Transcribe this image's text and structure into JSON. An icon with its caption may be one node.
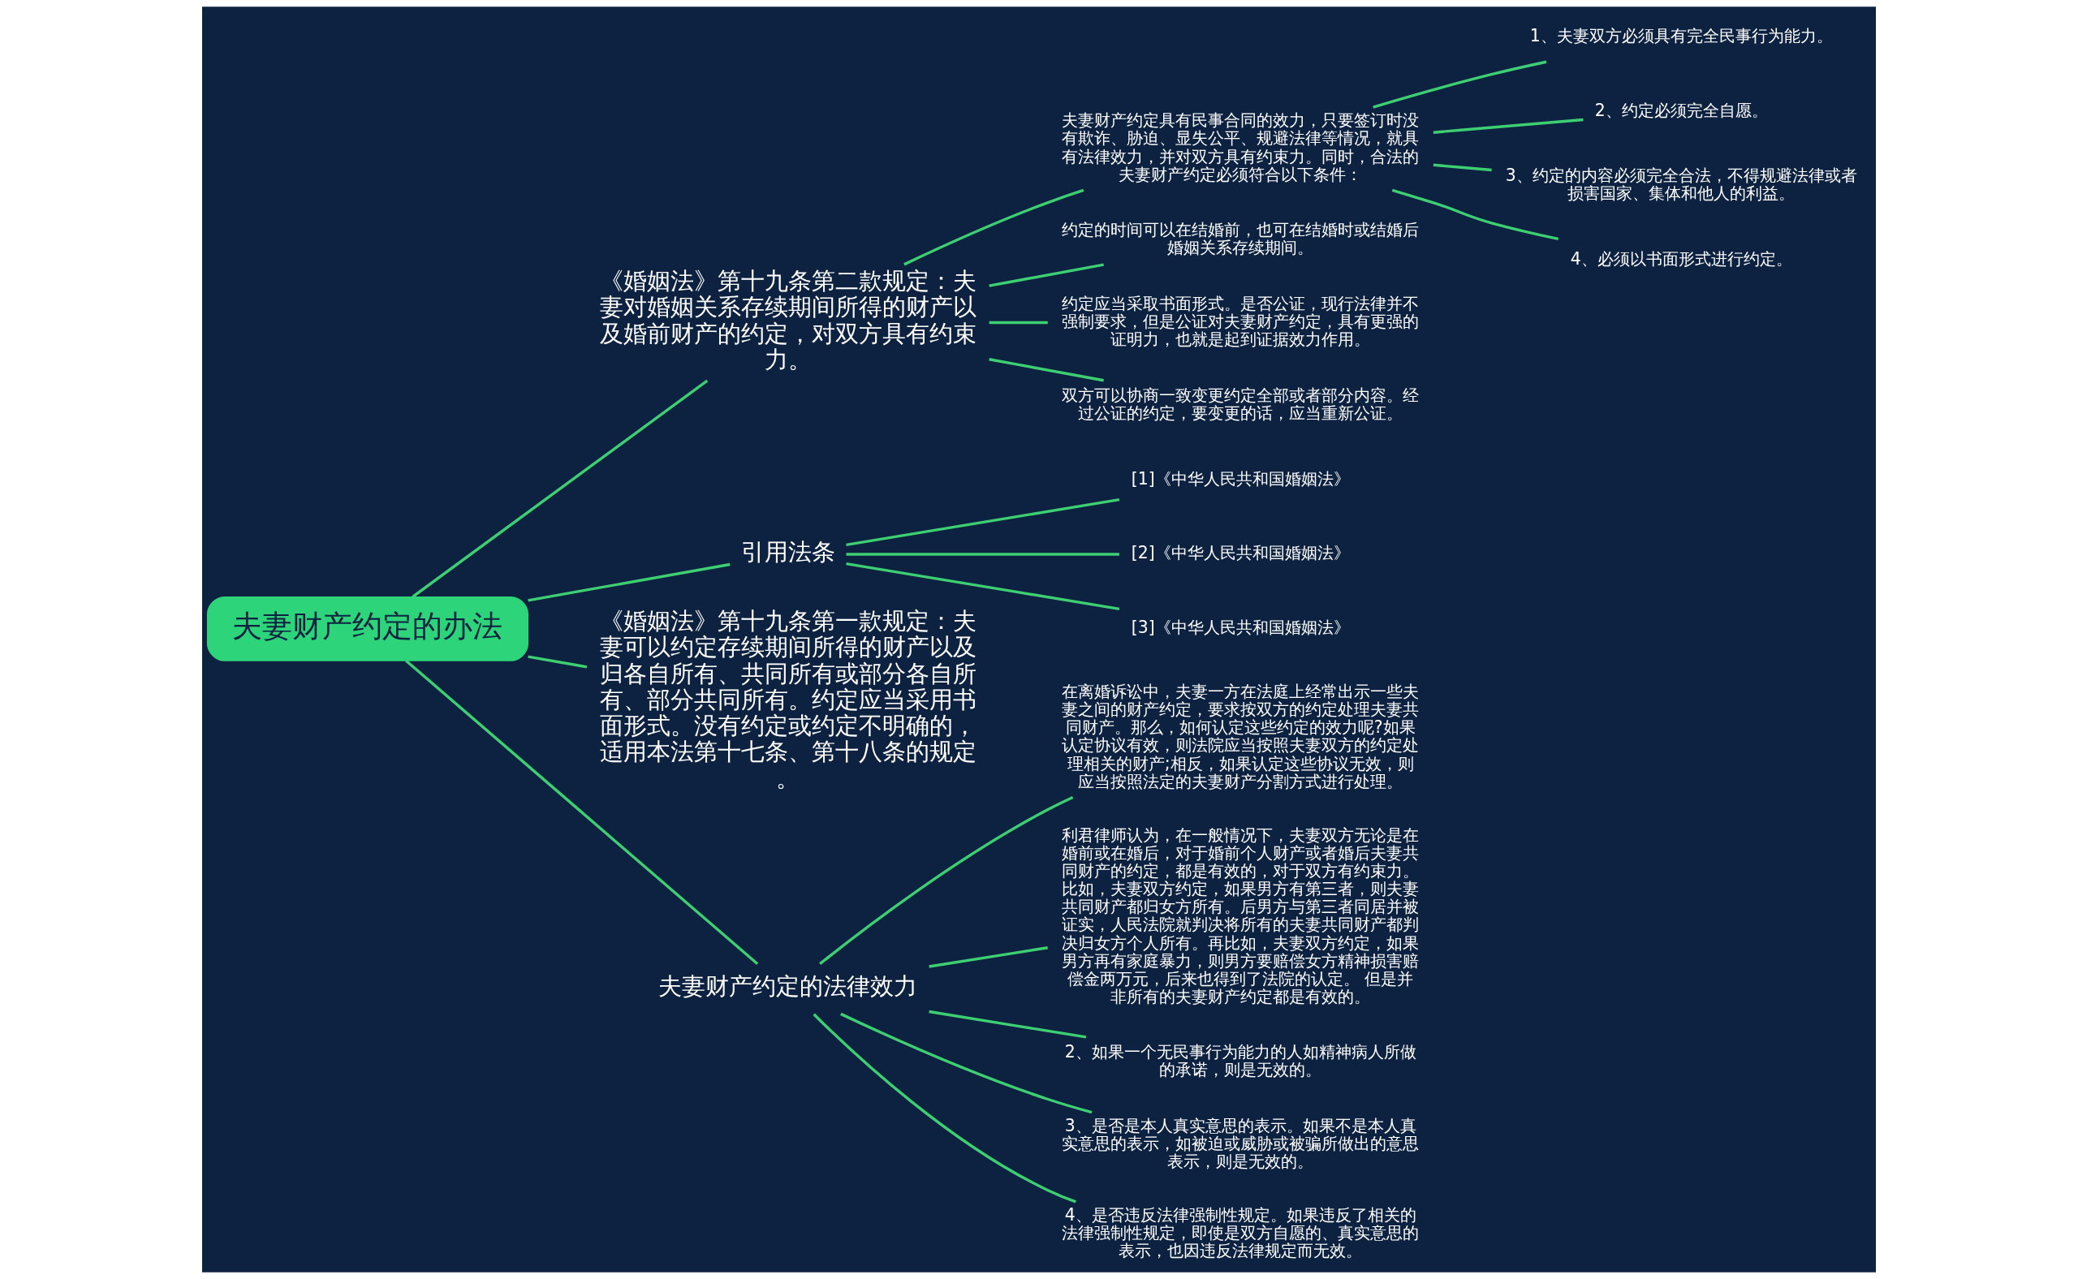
{
  "diagram": {
    "nodes": [
      {
        "text": [
          "夫妻财产约定的办法"
        ]
      },
      {
        "text": [
          "《婚姻法》第十九条第二款规定：夫妻对婚姻关系存续期间所得的财产以及婚前财产的约定，对双方具有约束力。"
        ]
      },
      {
        "text": [
          "夫妻财产约定具有民事合同的效力，只要签订时没有欺诈、胁迫、显失公平、规避法律等情况，就具有法律效力，并对双方具有约束力。同时，合法的夫妻财产约定必须符合以下条件："
        ]
      },
      {
        "text": [
          "1、夫妻双方必须具有完全民事行为能力。"
        ]
      },
      {
        "text": [
          "2、约定必须完全自愿。"
        ]
      },
      {
        "text": [
          "3、约定的内容必须完全合法，不得规避法律或者损害国家、集体和他人的利益。"
        ]
      },
      {
        "text": [
          "4、必须以书面形式进行约定。"
        ]
      },
      {
        "text": [
          "约定的时间可以在结婚前，也可在结婚时或结婚后婚姻关系存续期间。"
        ]
      },
      {
        "text": [
          "约定应当采取书面形式。是否公证，现行法律并不强制要求，但是公证对夫妻财产约定，具有更强的证明力，也就是起到证据效力作用。"
        ]
      },
      {
        "text": [
          "双方可以协商一致变更约定全部或者部分内容。经过公证的约定，要变更的话，应当重新公证。"
        ]
      },
      {
        "text": [
          "引用法条"
        ]
      },
      {
        "text": [
          "[1]《中华人民共和国婚姻法》"
        ]
      },
      {
        "text": [
          "[2]《中华人民共和国婚姻法》"
        ]
      },
      {
        "text": [
          "[3]《中华人民共和国婚姻法》"
        ]
      },
      {
        "text": [
          "《婚姻法》第十九条第一款规定：夫妻可以约定存续期间所得的财产以及归各自所有、共同所有或部分各自所有、部分共同所有。约定应当采用书面形式。没有约定或约定不明确的，适用本法第十七条、第十八条的规定。"
        ]
      },
      {
        "text": [
          "夫妻财产约定的法律效力"
        ]
      },
      {
        "text": [
          "在离婚诉讼中，夫妻一方在法庭上经常出示一些夫妻之间的财产约定，要求按双方的约定处理夫妻共同财产。那么，如何认定这些约定的效力呢?如果认定协议有效，则法院应当按照夫妻双方的约定处理相关的财产;相反，如果认定这些协议无效，则应当按照法定的夫妻财产分割方式进行处理。"
        ]
      },
      {
        "text": [
          "利君律师认为，在一般情况下，夫妻双方无论是在婚前或在婚后，对于婚前个人财产或者婚后夫妻共同财产的约定，都是有效的，对于双方有约束力。比如，夫妻双方约定，如果男方有第三者，则夫妻共同财产都归女方所有。后男方与第三者同居并被证实，人民法院就判决将所有的夫妻共同财产都判决归女方个人所有。再比如，夫妻双方约定，如果男方再有家庭暴力，则男方要赔偿女方精神损害赔偿金两万元，后来也得到了法院的认定。 但是并非所有的夫妻财产约定都是有效的。"
        ]
      },
      {
        "text": [
          "2、如果一个无民事行为能力的人如精神病人所做的承诺，则是无效的。"
        ]
      },
      {
        "text": [
          "3、是否是本人真实意思的表示。如果不是本人真实意思的表示，如被迫或威胁或被骗所做出的意思表示，则是无效的。"
        ]
      },
      {
        "text": [
          "4、是否违反法律强制性规定。如果违反了相关的法律强制性规定，即使是双方自愿的、真实意思的表示，也因违反法律规定而无效。"
        ]
      }
    ],
    "edges": [
      {
        "from": 0,
        "to": 1,
        "arrow": "none"
      },
      {
        "from": 1,
        "to": 2,
        "arrow": "none"
      },
      {
        "from": 2,
        "to": 3,
        "arrow": "none"
      },
      {
        "from": 2,
        "to": 4,
        "arrow": "none"
      },
      {
        "from": 2,
        "to": 5,
        "arrow": "none"
      },
      {
        "from": 2,
        "to": 6,
        "arrow": "none"
      },
      {
        "from": 1,
        "to": 7,
        "arrow": "none"
      },
      {
        "from": 1,
        "to": 8,
        "arrow": "none"
      },
      {
        "from": 1,
        "to": 9,
        "arrow": "none"
      },
      {
        "from": 0,
        "to": 10,
        "arrow": "none"
      },
      {
        "from": 10,
        "to": 11,
        "arrow": "none"
      },
      {
        "from": 10,
        "to": 12,
        "arrow": "none"
      },
      {
        "from": 10,
        "to": 13,
        "arrow": "none"
      },
      {
        "from": 0,
        "to": 14,
        "arrow": "none"
      },
      {
        "from": 0,
        "to": 15,
        "arrow": "none"
      },
      {
        "from": 15,
        "to": 16,
        "arrow": "none"
      },
      {
        "from": 15,
        "to": 17,
        "arrow": "none"
      },
      {
        "from": 15,
        "to": 18,
        "arrow": "none"
      },
      {
        "from": 15,
        "to": 19,
        "arrow": "none"
      },
      {
        "from": 15,
        "to": 20,
        "arrow": "none"
      }
    ]
  }
}
